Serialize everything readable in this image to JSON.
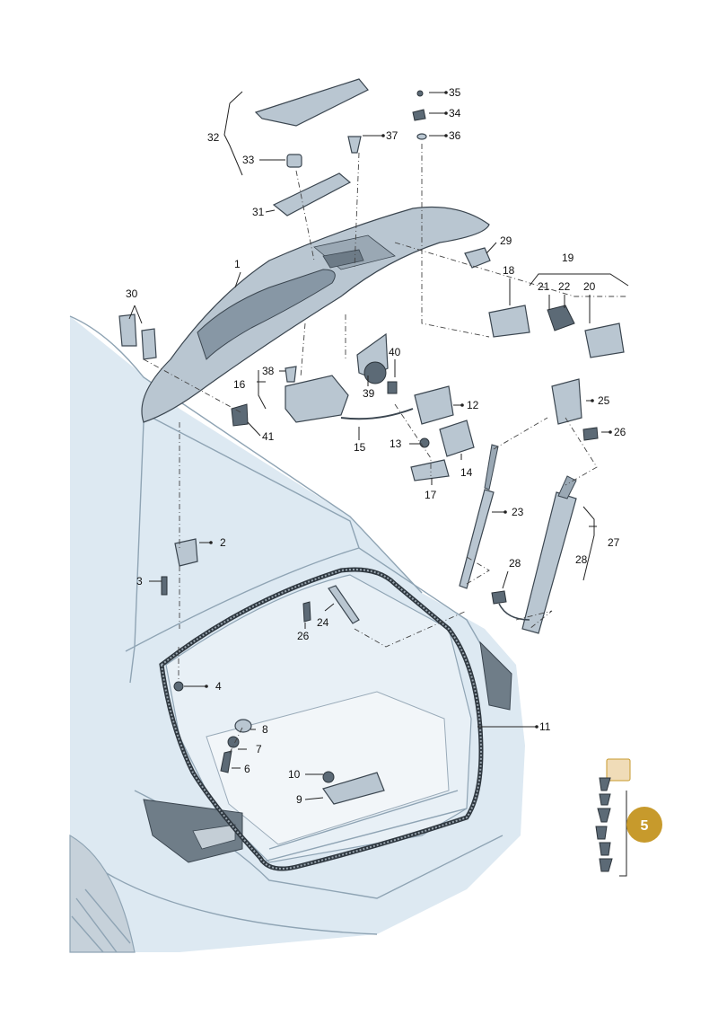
{
  "diagram": {
    "callouts": [
      "1",
      "2",
      "3",
      "4",
      "5",
      "6",
      "7",
      "8",
      "9",
      "10",
      "11",
      "12",
      "13",
      "14",
      "15",
      "16",
      "17",
      "18",
      "19",
      "20",
      "21",
      "22",
      "23",
      "24",
      "25",
      "26",
      "26",
      "27",
      "28",
      "28",
      "29",
      "30",
      "31",
      "32",
      "33",
      "34",
      "35",
      "36",
      "37",
      "38",
      "39",
      "40",
      "41"
    ],
    "badge": "5",
    "colors": {
      "badge": "#c79a2c",
      "car_fill": "#dde9f2",
      "part_fill": "#b9c6d1",
      "line": "#222222"
    }
  }
}
